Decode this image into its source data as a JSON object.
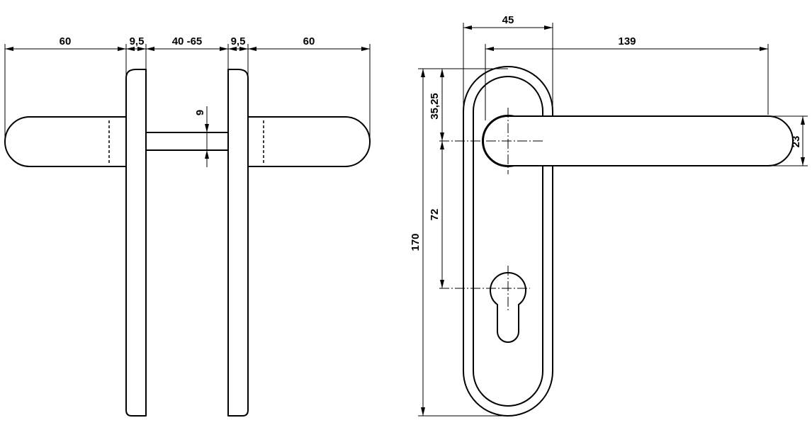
{
  "drawing": {
    "side_view": {
      "left_lever_length": "60",
      "left_rose_thickness": "9,5",
      "door_thickness": "40 -65",
      "right_rose_thickness": "9,5",
      "right_lever_length": "60",
      "spindle_size": "9"
    },
    "front_view": {
      "plate_width": "45",
      "lever_projection": "139",
      "plate_height": "170",
      "spindle_offset": "35,25",
      "spindle_to_cylinder": "72",
      "lever_diameter": "23"
    }
  }
}
